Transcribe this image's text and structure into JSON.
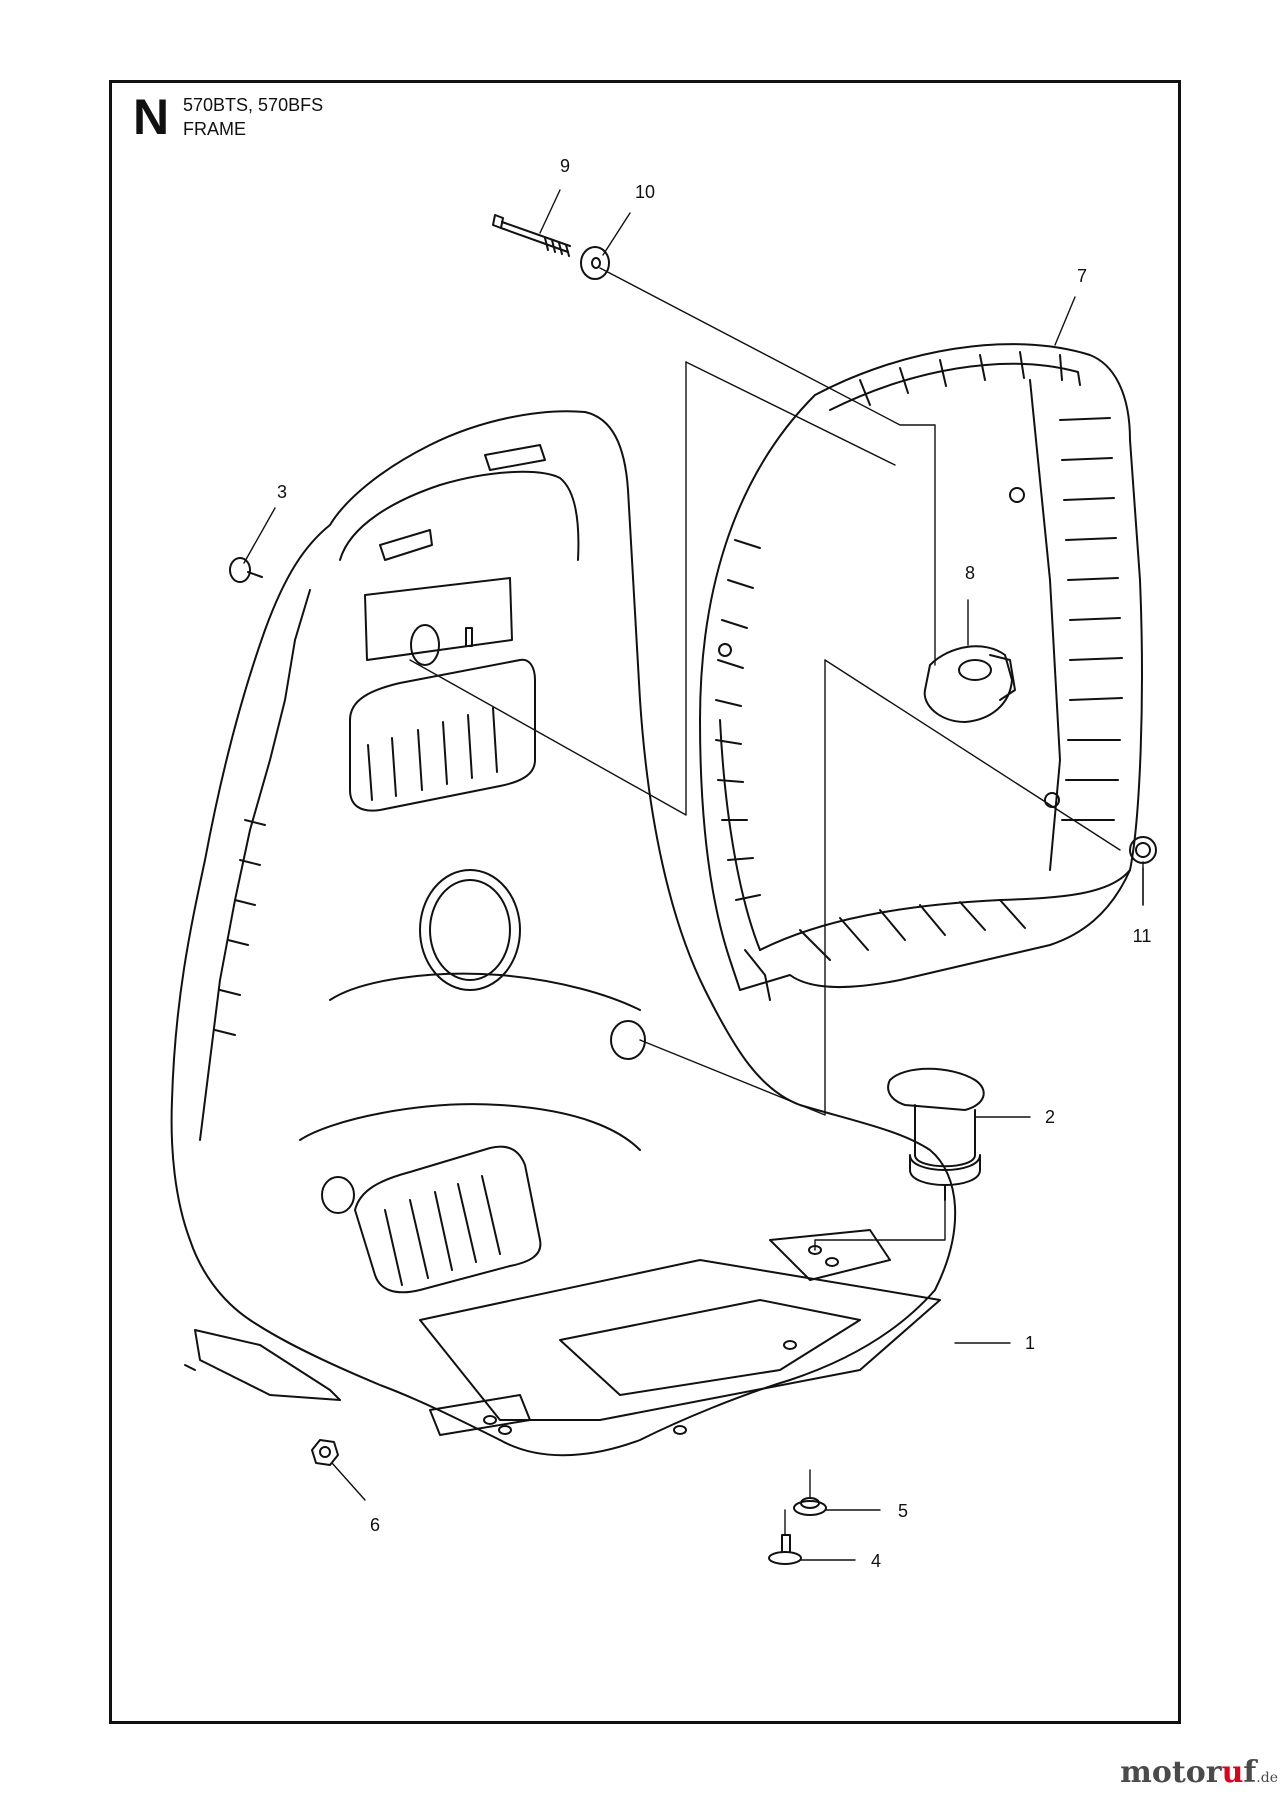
{
  "header": {
    "section_letter": "N",
    "models": "570BTS, 570BFS",
    "title": "FRAME"
  },
  "callouts": [
    {
      "id": "c1",
      "label": "1"
    },
    {
      "id": "c2",
      "label": "2"
    },
    {
      "id": "c3",
      "label": "3"
    },
    {
      "id": "c4",
      "label": "4"
    },
    {
      "id": "c5",
      "label": "5"
    },
    {
      "id": "c6",
      "label": "6"
    },
    {
      "id": "c7",
      "label": "7"
    },
    {
      "id": "c8",
      "label": "8"
    },
    {
      "id": "c9",
      "label": "9"
    },
    {
      "id": "c10",
      "label": "10"
    },
    {
      "id": "c11",
      "label": "11"
    }
  ],
  "watermark": {
    "brand_pre": "motor",
    "brand_mid": "u",
    "brand_post": "f",
    "tld": ".de"
  },
  "colors": {
    "line": "#111111",
    "watermark_text": "#4a4a4a",
    "watermark_accent": "#e0001a"
  }
}
